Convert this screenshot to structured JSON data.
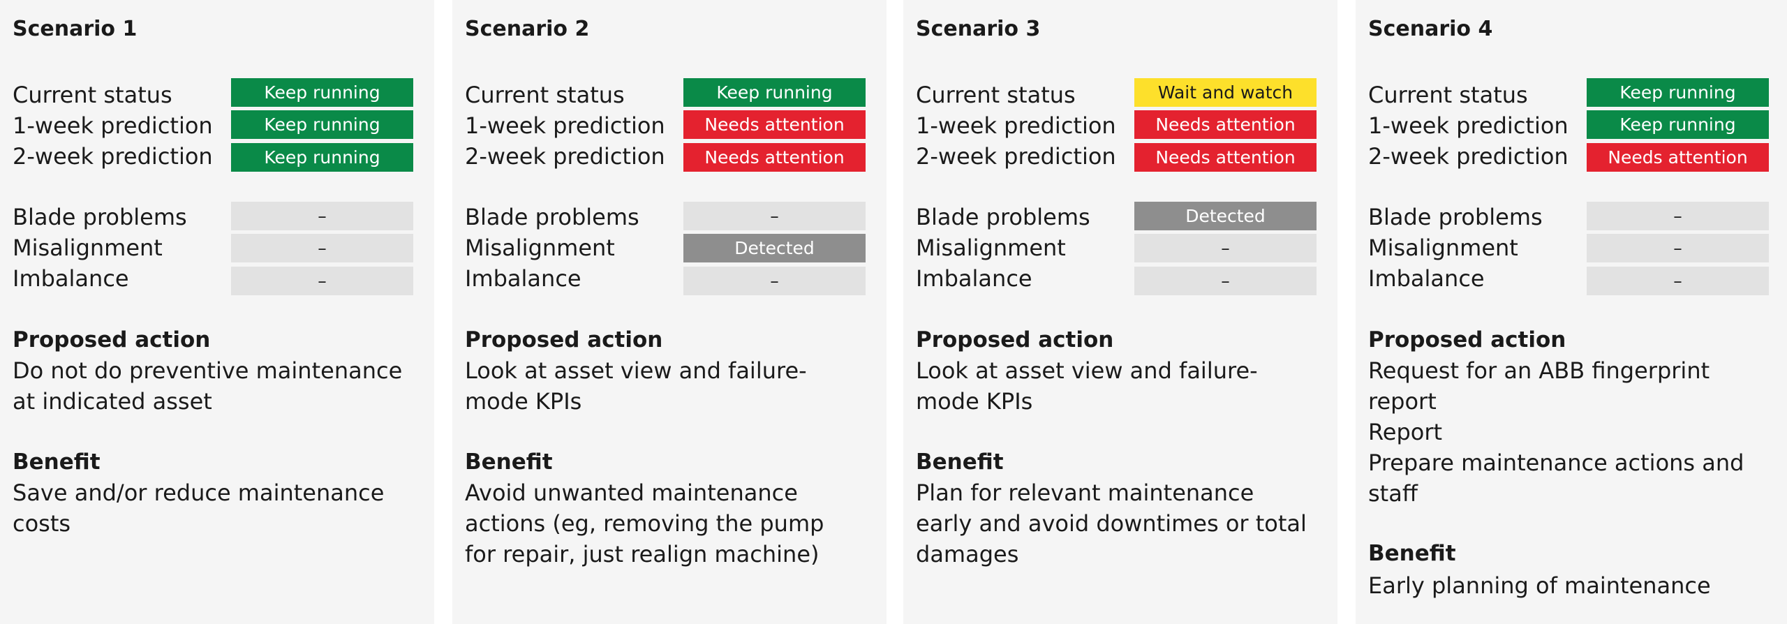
{
  "colors": {
    "panel_bg": "#f5f5f5",
    "keep_running": "#0a8a48",
    "needs_attention": "#e4222f",
    "wait_and_watch": "#fde02b",
    "detected": "#8e8e8e",
    "none": "#e2e2e2"
  },
  "labels": {
    "current_status": "Current status",
    "week1": "1-week prediction",
    "week2": "2-week prediction",
    "blade": "Blade problems",
    "misalignment": "Misalignment",
    "imbalance": "Imbalance",
    "proposed_action": "Proposed action",
    "benefit": "Benefit"
  },
  "scenarios": [
    {
      "title": "Scenario 1",
      "current": "Keep running",
      "current_status_type": "keep_running",
      "week1": "Keep running",
      "week1_status_type": "keep_running",
      "week2": "Keep running",
      "week2_status_type": "keep_running",
      "blade": "–",
      "blade_status_type": "none",
      "misalignment": "–",
      "misalignment_status_type": "none",
      "imbalance": "–",
      "imbalance_status_type": "none",
      "action_lines": [
        "Do not do preventive maintenance",
        "at indicated asset"
      ],
      "benefit_lines": [
        "Save and/or reduce maintenance",
        "costs"
      ]
    },
    {
      "title": "Scenario 2",
      "current": "Keep running",
      "current_status_type": "keep_running",
      "week1": "Needs attention",
      "week1_status_type": "needs_attention",
      "week2": "Needs attention",
      "week2_status_type": "needs_attention",
      "blade": "–",
      "blade_status_type": "none",
      "misalignment": "Detected",
      "misalignment_status_type": "detected",
      "imbalance": "–",
      "imbalance_status_type": "none",
      "action_lines": [
        "Look at asset view and failure-",
        "mode KPIs"
      ],
      "benefit_lines": [
        "Avoid unwanted maintenance",
        "actions (eg, removing the pump",
        "for repair, just realign machine)"
      ]
    },
    {
      "title": "Scenario 3",
      "current": "Wait and watch",
      "current_status_type": "wait_and_watch",
      "week1": "Needs attention",
      "week1_status_type": "needs_attention",
      "week2": "Needs attention",
      "week2_status_type": "needs_attention",
      "blade": "Detected",
      "blade_status_type": "detected",
      "misalignment": "–",
      "misalignment_status_type": "none",
      "imbalance": "–",
      "imbalance_status_type": "none",
      "action_lines": [
        "Look at asset view and failure-",
        "mode KPIs"
      ],
      "benefit_lines": [
        "Plan for relevant maintenance",
        "early and avoid downtimes or total",
        "damages"
      ]
    },
    {
      "title": "Scenario 4",
      "current": "Keep running",
      "current_status_type": "keep_running",
      "week1": "Keep running",
      "week1_status_type": "keep_running",
      "week2": "Needs attention",
      "week2_status_type": "needs_attention",
      "blade": "–",
      "blade_status_type": "none",
      "misalignment": "–",
      "misalignment_status_type": "none",
      "imbalance": "–",
      "imbalance_status_type": "none",
      "action_lines": [
        "Request for an ABB fingerprint",
        "report",
        "Report",
        "Prepare maintenance actions and",
        "staff"
      ],
      "benefit_lines": [
        "Early planning of maintenance"
      ]
    }
  ]
}
